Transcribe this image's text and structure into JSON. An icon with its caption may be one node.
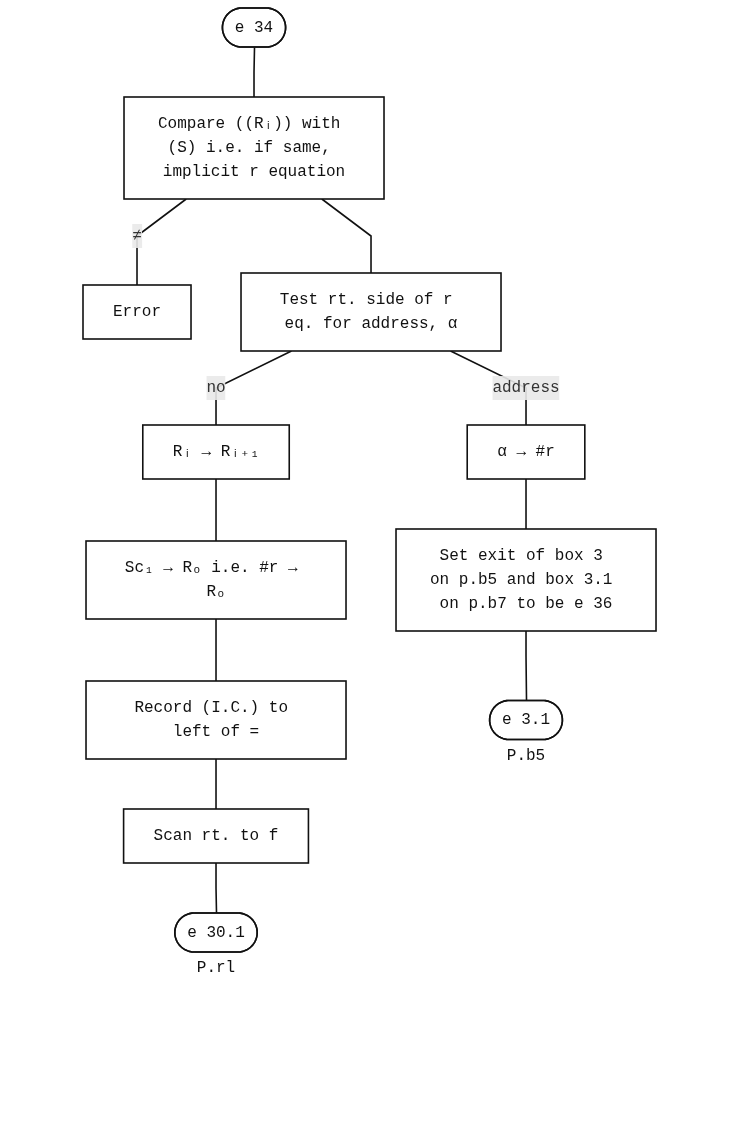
{
  "diagram": {
    "nodes": [
      {
        "text": [
          "e 34"
        ]
      },
      {
        "text": [
          "Compare ((Rᵢ)) with (S) i.e. if same, implicit r equation"
        ]
      },
      {
        "text": [
          "Error"
        ]
      },
      {
        "text": [
          "Test rt. side of r eq. for address, α"
        ]
      },
      {
        "text": [
          "α → #r"
        ]
      },
      {
        "text": [
          "Rᵢ → Rᵢ₊₁"
        ]
      },
      {
        "text": [
          "Set exit of box 3 on p.b5 and box 3.1 on p.b7 to be e 36"
        ]
      },
      {
        "text": [
          "Sc₁ → Rₒ i.e. #r → Rₒ"
        ]
      },
      {
        "text": [
          "Record (I.C.) to left of ="
        ]
      },
      {
        "text": [
          "Scan rt. to f"
        ]
      },
      {
        "text": [
          "e 3.1"
        ],
        "beside": [
          "P.b5"
        ]
      },
      {
        "text": [
          "e 30.1"
        ],
        "beside": [
          "P.rl"
        ]
      }
    ],
    "edges": [
      {
        "from": 0,
        "to": 1,
        "arrow": "none"
      },
      {
        "from": 1,
        "to": 2,
        "arrow": "none",
        "label": "≠"
      },
      {
        "from": 1,
        "to": 3,
        "arrow": "none"
      },
      {
        "from": 3,
        "to": 4,
        "arrow": "none",
        "label": "address"
      },
      {
        "from": 3,
        "to": 5,
        "arrow": "none",
        "label": "no"
      },
      {
        "from": 4,
        "to": 6,
        "arrow": "none"
      },
      {
        "from": 5,
        "to": 7,
        "arrow": "none"
      },
      {
        "from": 7,
        "to": 8,
        "arrow": "none"
      },
      {
        "from": 8,
        "to": 9,
        "arrow": "none"
      },
      {
        "from": 6,
        "to": 10,
        "arrow": "none"
      },
      {
        "from": 9,
        "to": 11,
        "arrow": "none"
      }
    ]
  }
}
